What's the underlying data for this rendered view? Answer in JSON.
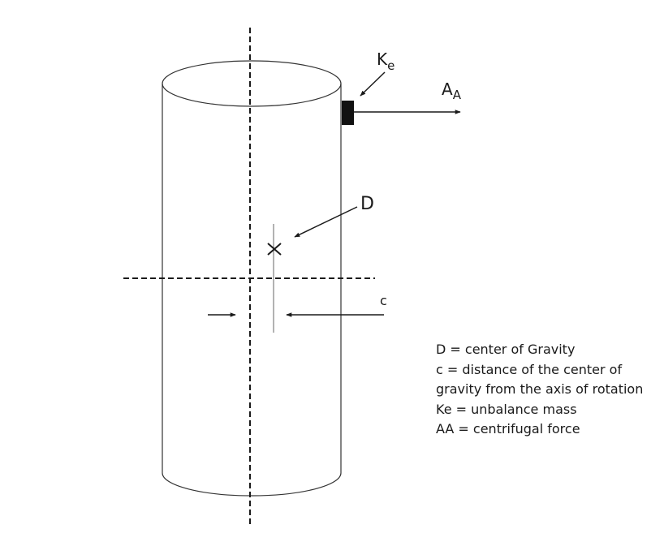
{
  "labels": {
    "ke_main": "K",
    "ke_sub": "e",
    "aa_main": "A",
    "aa_sub": "A",
    "d": "D",
    "c": "c"
  },
  "legend": [
    "D = center of Gravity",
    "c = distance of the center of",
    "gravity from the axis of rotation",
    "Ke = unbalance mass",
    "AA = centrifugal force"
  ],
  "colors": {
    "stroke": "#1a1a1a",
    "outline": "#333333",
    "cog_line": "#999999",
    "mass": "#111111"
  }
}
